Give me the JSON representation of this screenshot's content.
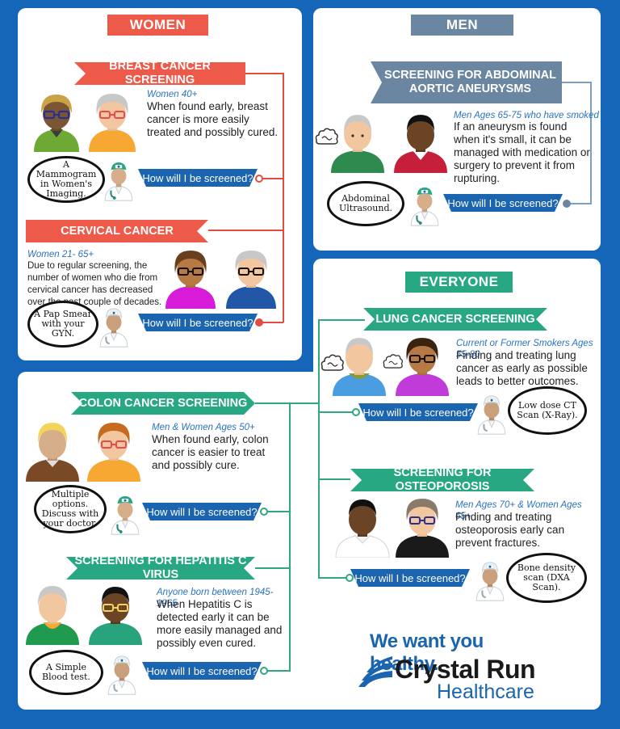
{
  "women": {
    "title": "WOMEN",
    "breast": {
      "title": "BREAST CANCER SCREENING",
      "audience": "Women 40+",
      "description": "When found early, breast cancer is more easily treated and possibly cured.",
      "bubble": "A Mammogram in Women's Imaging.",
      "button": "How will I be screened?"
    },
    "cervical": {
      "title": "CERVICAL CANCER",
      "audience": "Women 21- 65+",
      "description": "Due to regular screening, the number of women who die from cervical cancer has decreased over the past couple of decades.",
      "bubble": "A Pap Smear with your GYN.",
      "button": "How will I be screened?"
    }
  },
  "men": {
    "title": "MEN",
    "aaa": {
      "title": "SCREENING FOR ABDOMINAL AORTIC ANEURYSMS",
      "audience": "Men Ages 65-75 who have smoked",
      "description": "If an aneurysm is found when it's small, it can be managed with medication or surgery to prevent it from rupturing.",
      "bubble": "Abdominal Ultrasound.",
      "button": "How will I be screened?"
    }
  },
  "everyone": {
    "title": "EVERYONE",
    "lung": {
      "title": "LUNG CANCER SCREENING",
      "audience": "Current or Former Smokers Ages 55-80",
      "description": "Finding and treating lung cancer as early as possible leads to better outcomes.",
      "bubble": "Low dose CT Scan (X-Ray).",
      "button": "How will I be screened?"
    },
    "colon": {
      "title": "COLON CANCER SCREENING",
      "audience": "Men & Women Ages 50+",
      "description": "When found early, colon cancer is easier to treat and possibly cure.",
      "bubble": "Multiple options. Discuss with your doctor.",
      "button": "How will I be screened?"
    },
    "osteo": {
      "title": "SCREENING FOR OSTEOPOROSIS",
      "audience": "Men Ages 70+ & Women Ages 65+",
      "description": "Finding and treating osteoporosis early can prevent fractures.",
      "bubble": "Bone density scan (DXA Scan).",
      "button": "How will I be screened?"
    },
    "hepc": {
      "title": "SCREENING FOR HEPATITIS C VIRUS",
      "audience": "Anyone born between 1945-1965",
      "description": "When Hepatitis C is detected early it can be more easily managed and possibly even cured.",
      "bubble": "A Simple Blood test.",
      "button": "How will I be screened?"
    }
  },
  "footer": {
    "tagline": "We want you healthy.",
    "brand_name": "Crystal Run",
    "brand_sub": "Healthcare"
  },
  "colors": {
    "background": "#1565b8",
    "women_accent": "#ee5a4a",
    "men_accent": "#6b86a0",
    "everyone_accent": "#27a882",
    "button": "#1a64b0"
  }
}
